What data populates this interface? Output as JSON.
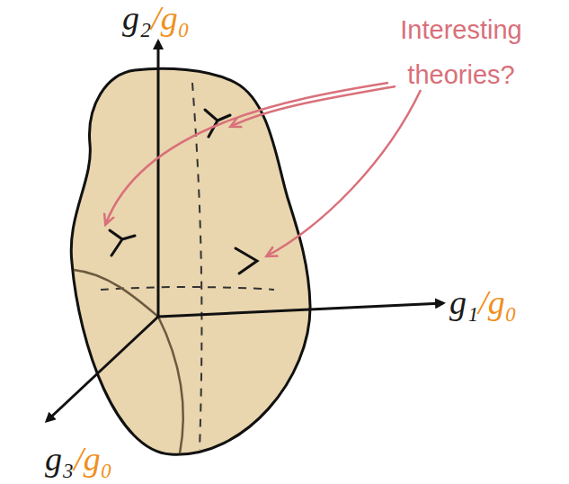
{
  "diagram": {
    "labels": [
      "g₂",
      "/g₀",
      "g₁",
      "/g₀",
      "g₃",
      "/g₀",
      "Interesting theories?"
    ]
  }
}
